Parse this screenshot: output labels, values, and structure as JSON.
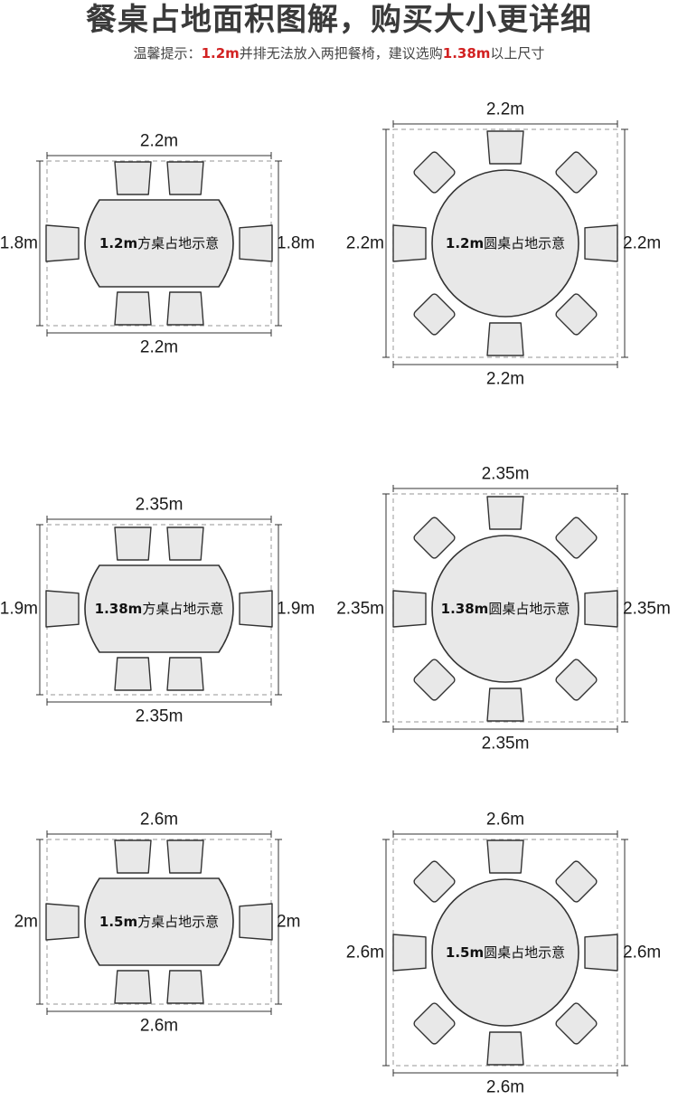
{
  "header": {
    "title": "餐桌占地面积图解，购买大小更详细",
    "tip_prefix": "温馨提示：",
    "tip_size1": "1.2m",
    "tip_mid": "并排无法放入两把餐椅，建议选购",
    "tip_size2": "1.38m",
    "tip_suffix": "以上尺寸"
  },
  "colors": {
    "accent_red": "#d22222",
    "table_fill": "#e8e8e8",
    "stroke": "#333333",
    "dashed": "#aaaaaa"
  },
  "diagrams": [
    {
      "shape": "square",
      "size_label": "1.2m",
      "desc": "方桌占地示意",
      "top": "2.2m",
      "bottom": "2.2m",
      "left": "1.8m",
      "right": "1.8m"
    },
    {
      "shape": "round",
      "size_label": "1.2m",
      "desc": "圆桌占地示意",
      "top": "2.2m",
      "bottom": "2.2m",
      "left": "2.2m",
      "right": "2.2m"
    },
    {
      "shape": "square",
      "size_label": "1.38m",
      "desc": "方桌占地示意",
      "top": "2.35m",
      "bottom": "2.35m",
      "left": "1.9m",
      "right": "1.9m"
    },
    {
      "shape": "round",
      "size_label": "1.38m",
      "desc": "圆桌占地示意",
      "top": "2.35m",
      "bottom": "2.35m",
      "left": "2.35m",
      "right": "2.35m"
    },
    {
      "shape": "square",
      "size_label": "1.5m",
      "desc": "方桌占地示意",
      "top": "2.6m",
      "bottom": "2.6m",
      "left": "2m",
      "right": "2m"
    },
    {
      "shape": "round",
      "size_label": "1.5m",
      "desc": "圆桌占地示意",
      "top": "2.6m",
      "bottom": "2.6m",
      "left": "2.6m",
      "right": "2.6m"
    }
  ]
}
